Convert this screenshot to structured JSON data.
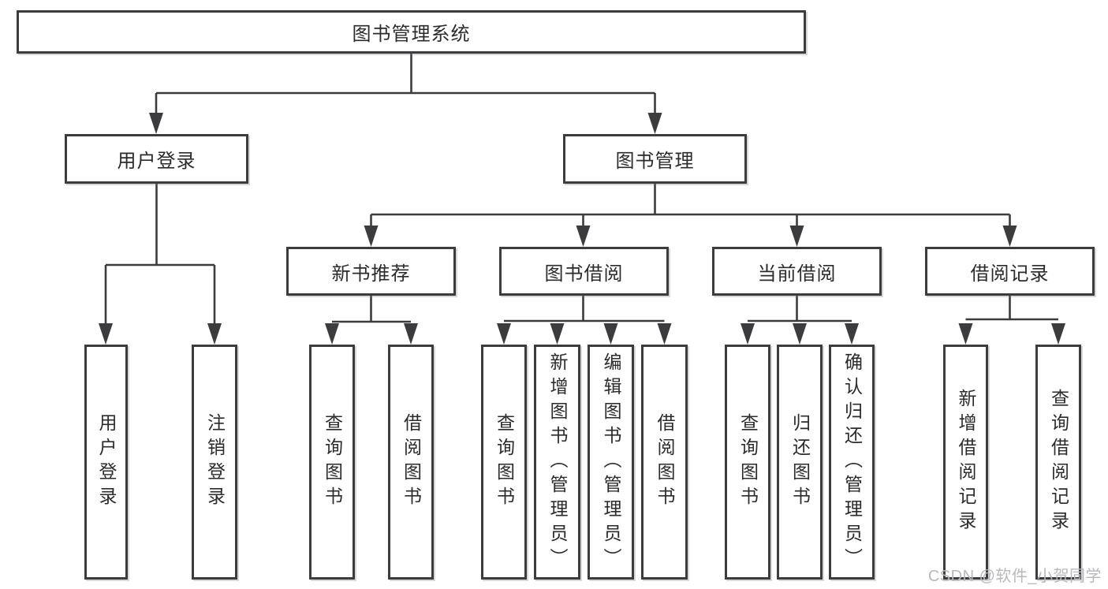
{
  "diagram": {
    "title_node": "图书管理系统",
    "type": "hierarchy-tree",
    "colors": {
      "line": "#3c3c3e",
      "box_background": "#ffffff",
      "text": "#2b2b2b",
      "watermark_text": "#b9b9bc"
    },
    "nodes": {
      "root": {
        "label": "图书管理系统"
      },
      "level2": [
        {
          "label": "用户登录",
          "parent": "图书管理系统"
        },
        {
          "label": "图书管理",
          "parent": "图书管理系统"
        }
      ],
      "level3": [
        {
          "label": "新书推荐",
          "parent": "图书管理"
        },
        {
          "label": "图书借阅",
          "parent": "图书管理"
        },
        {
          "label": "当前借阅",
          "parent": "图书管理"
        },
        {
          "label": "借阅记录",
          "parent": "图书管理"
        }
      ],
      "leaves": [
        {
          "label": "用户登录",
          "parent": "用户登录"
        },
        {
          "label": "注销登录",
          "parent": "用户登录"
        },
        {
          "label": "查询图书",
          "parent": "新书推荐"
        },
        {
          "label": "借阅图书",
          "parent": "新书推荐"
        },
        {
          "label": "查询图书",
          "parent": "图书借阅"
        },
        {
          "label": "新增图书（管理员）",
          "parent": "图书借阅"
        },
        {
          "label": "编辑图书（管理员）",
          "parent": "图书借阅"
        },
        {
          "label": "借阅图书",
          "parent": "图书借阅"
        },
        {
          "label": "查询图书",
          "parent": "当前借阅"
        },
        {
          "label": "归还图书",
          "parent": "当前借阅"
        },
        {
          "label": "确认归还（管理员）",
          "parent": "当前借阅"
        },
        {
          "label": "新增借阅记录",
          "parent": "借阅记录"
        },
        {
          "label": "查询借阅记录",
          "parent": "借阅记录"
        }
      ]
    },
    "watermark": {
      "text": "CSDN @软件_小贺同学"
    }
  }
}
